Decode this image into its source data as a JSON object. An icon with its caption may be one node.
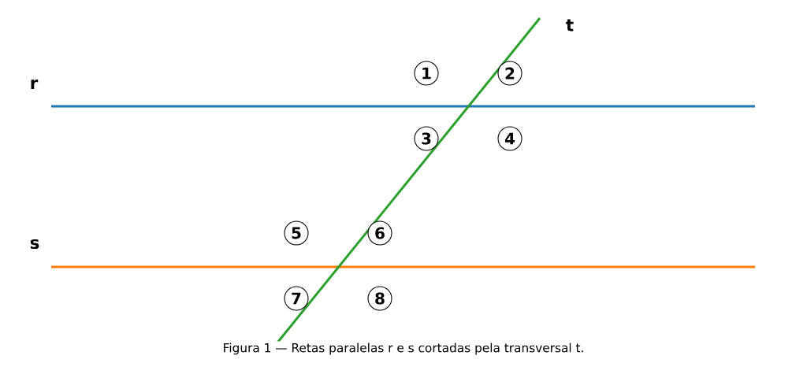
{
  "diagram": {
    "caption": "Figura 1 — Retas paralelas r e s cortadas pela transversal t.",
    "nodes": [
      {
        "text": [
          "1"
        ]
      },
      {
        "text": [
          "2"
        ]
      },
      {
        "text": [
          "3"
        ]
      },
      {
        "text": [
          "4"
        ]
      },
      {
        "text": [
          "5"
        ]
      },
      {
        "text": [
          "6"
        ]
      },
      {
        "text": [
          "7"
        ]
      },
      {
        "text": [
          "8"
        ]
      }
    ],
    "labels": [
      "t",
      "r",
      "s"
    ]
  }
}
